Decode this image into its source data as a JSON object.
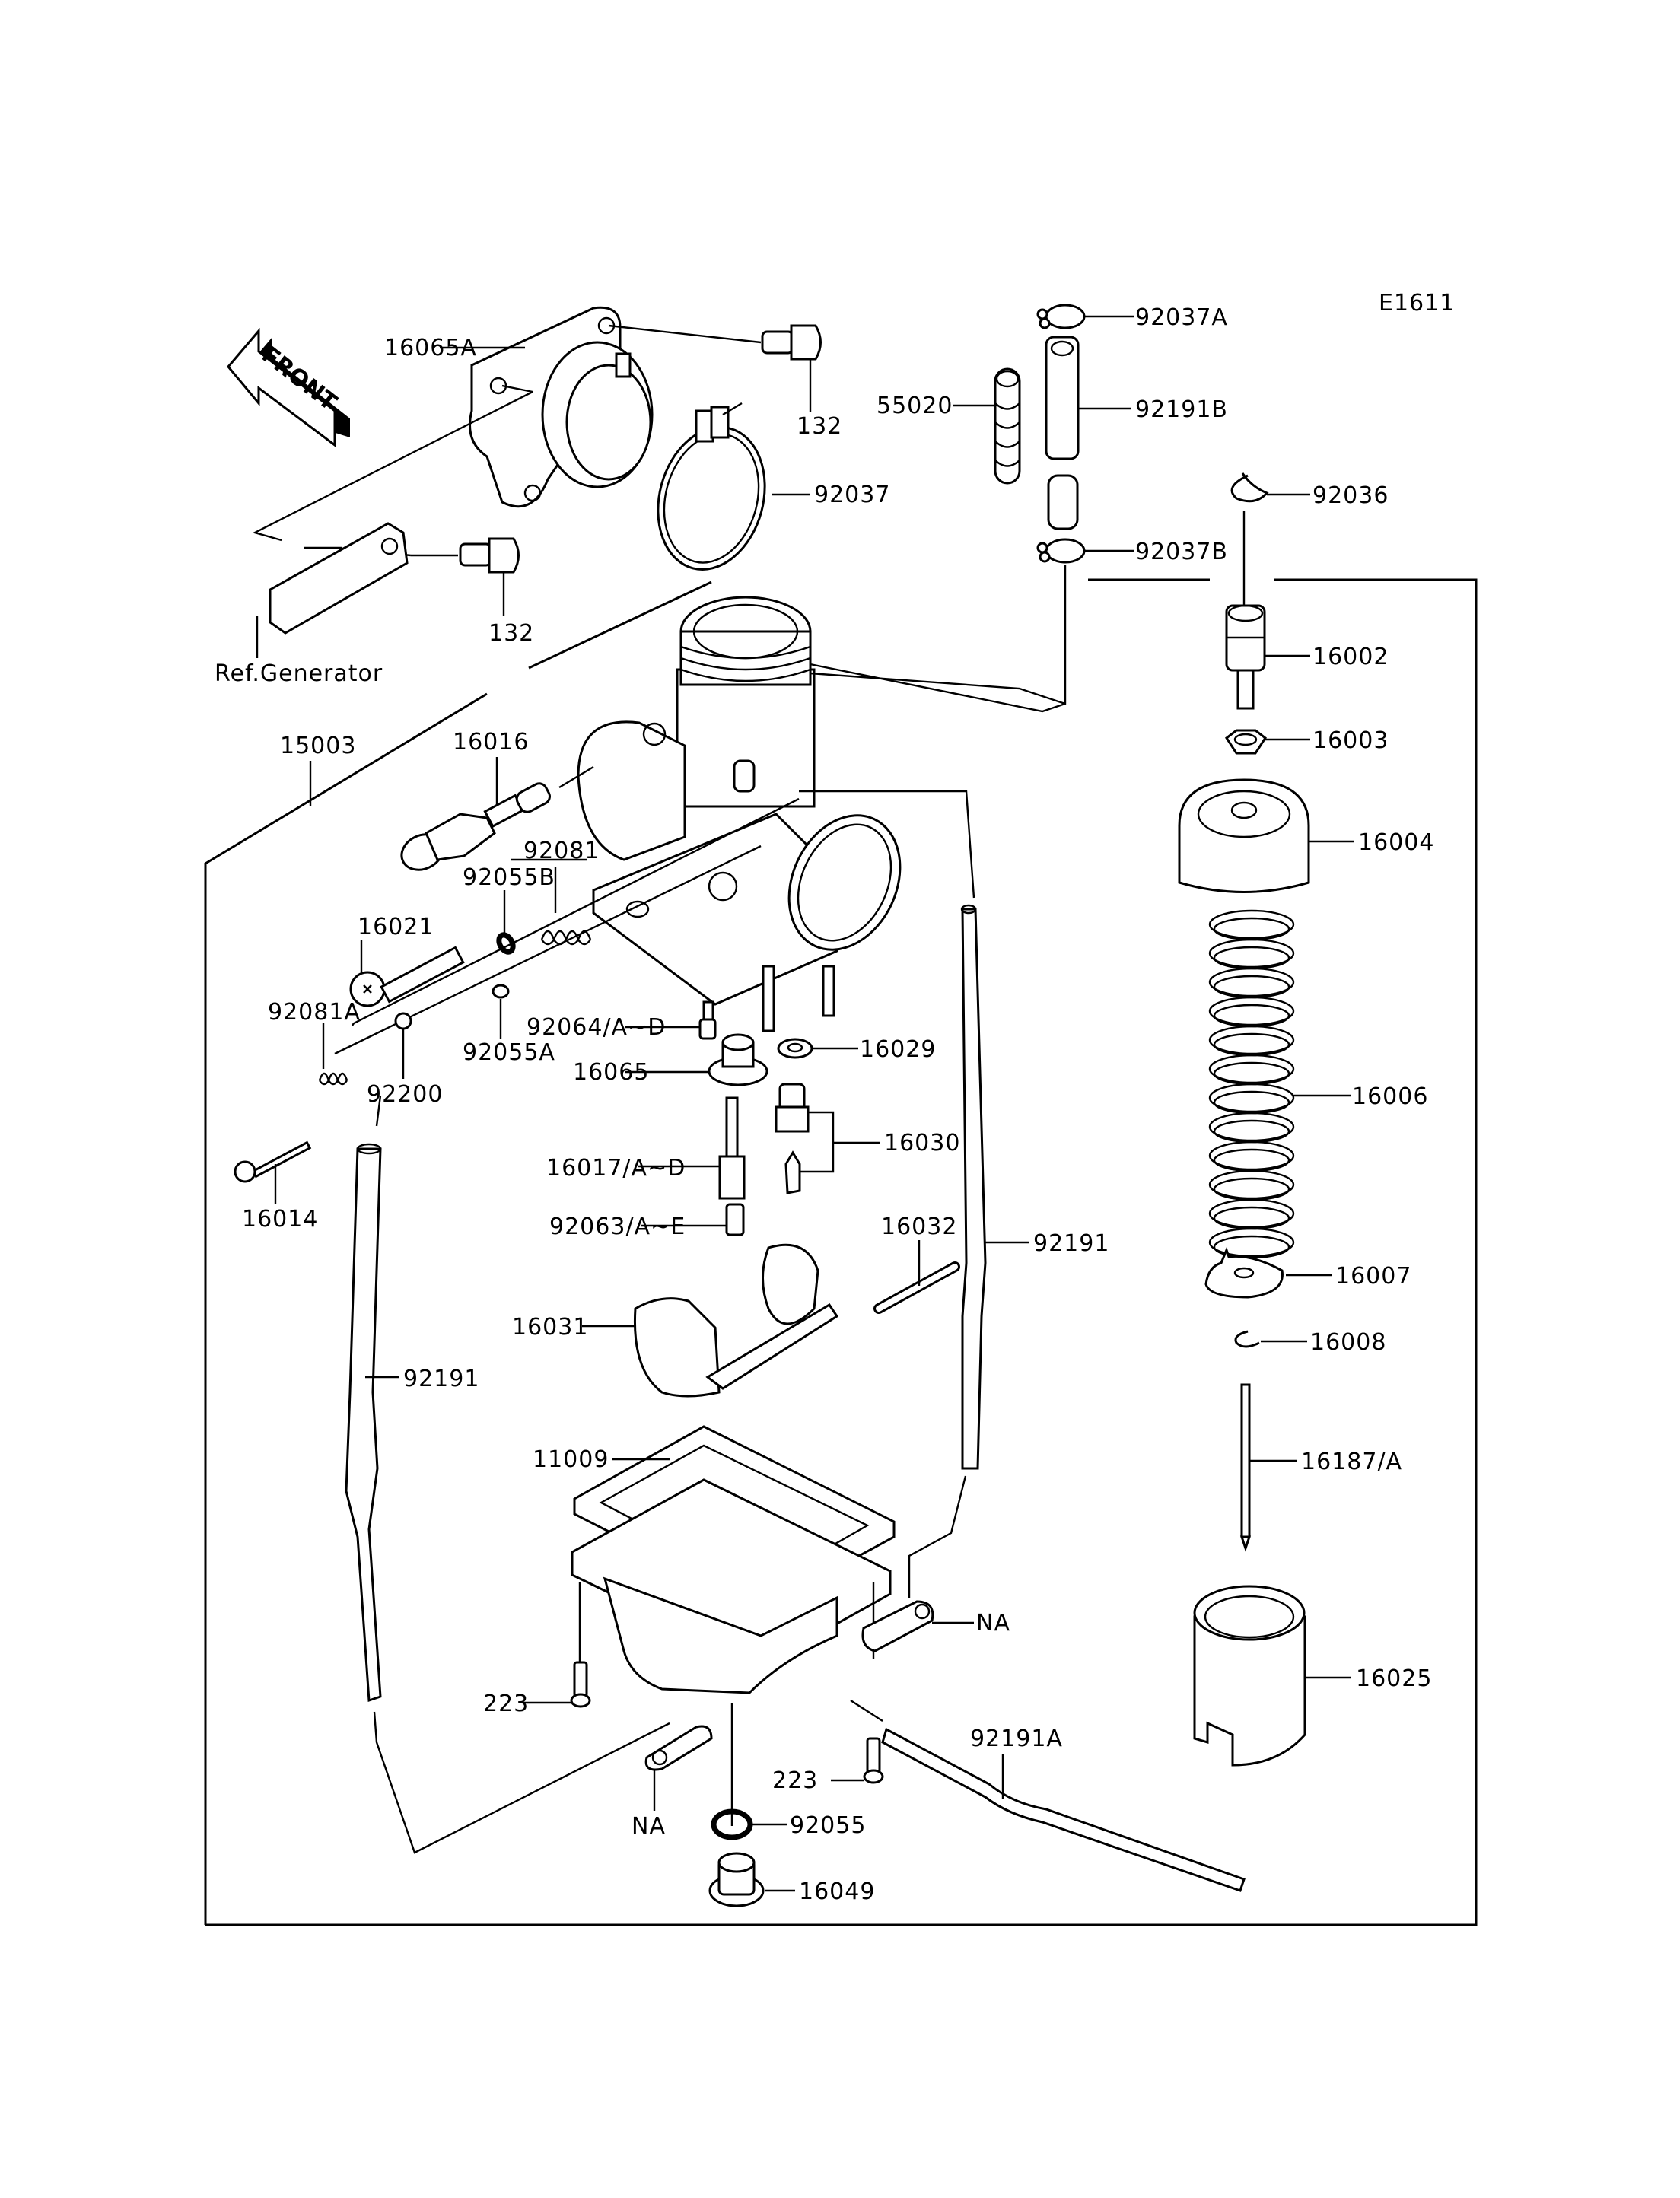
{
  "diagram": {
    "code": "E1611",
    "front_label": "FRONT",
    "reference": "Ref.Generator",
    "parts": {
      "p16065A": "16065A",
      "p132a": "132",
      "p132b": "132",
      "p92037": "92037",
      "p92037A": "92037A",
      "p55020": "55020",
      "p92191B": "92191B",
      "p92037B": "92037B",
      "p92036": "92036",
      "p16002": "16002",
      "p16003": "16003",
      "p16004": "16004",
      "p16006": "16006",
      "p16007": "16007",
      "p16008": "16008",
      "p16187A": "16187/A",
      "p16025": "16025",
      "p15003": "15003",
      "p16016": "16016",
      "p92081": "92081",
      "p92055B": "92055B",
      "p16021": "16021",
      "p92064": "92064/A~D",
      "p16029": "16029",
      "p16065": "16065",
      "p92081A": "92081A",
      "p92055A": "92055A",
      "p92200": "92200",
      "p16014": "16014",
      "p16017": "16017/A~D",
      "p16030": "16030",
      "p92063": "92063/A~E",
      "p16032": "16032",
      "p92191r": "92191",
      "p16031": "16031",
      "p92191l": "92191",
      "p11009": "11009",
      "pNA1": "NA",
      "pNA2": "NA",
      "p223a": "223",
      "p223b": "223",
      "p92191A": "92191A",
      "p92055": "92055",
      "p16049": "16049"
    }
  }
}
